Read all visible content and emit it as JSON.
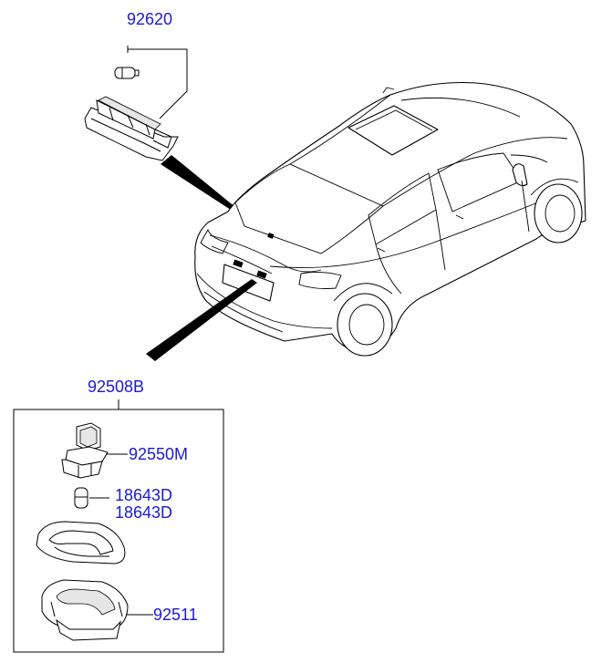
{
  "parts": {
    "p92620": "92620",
    "p92508B": "92508B",
    "p92550M": "92550M",
    "p18643D_a": "18643D",
    "p18643D_b": "18643D",
    "p92511": "92511"
  },
  "colors": {
    "label": "#1a1ad8",
    "line": "#000000",
    "background": "#ffffff"
  }
}
